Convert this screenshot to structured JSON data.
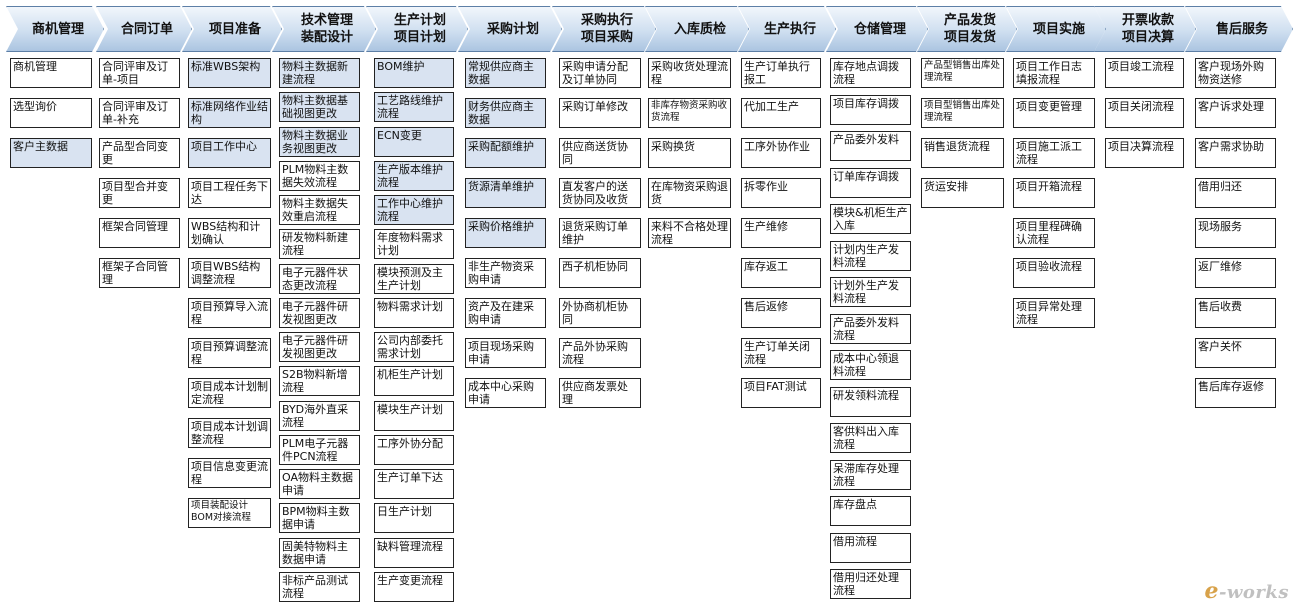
{
  "stages": [
    "商机管理",
    "合同订单",
    "项目准备",
    "技术管理\n装配设计",
    "生产计划\n项目计划",
    "采购计划",
    "采购执行\n项目采购",
    "入库质检",
    "生产执行",
    "仓储管理",
    "产品发货\n项目发货",
    "项目实施",
    "开票收款\n项目决算",
    "售后服务"
  ],
  "columns": [
    {
      "stage": "商机管理",
      "items": [
        {
          "text": "商机管理"
        },
        {
          "text": "选型询价"
        },
        {
          "text": "客户主数据",
          "shaded": true
        }
      ]
    },
    {
      "stage": "合同订单",
      "items": [
        {
          "text": "合同评审及订单-项目"
        },
        {
          "text": "合同评审及订单-补充"
        },
        {
          "text": "产品型合同变更"
        },
        {
          "text": "项目型合并变更"
        },
        {
          "text": "框架合同管理"
        },
        {
          "text": "框架子合同管理"
        }
      ]
    },
    {
      "stage": "项目准备",
      "items": [
        {
          "text": "标准WBS架构",
          "shaded": true
        },
        {
          "text": "标准网络作业结构",
          "shaded": true
        },
        {
          "text": "项目工作中心",
          "shaded": true
        },
        {
          "text": "项目工程任务下达"
        },
        {
          "text": "WBS结构和计划确认"
        },
        {
          "text": "项目WBS结构调整流程"
        },
        {
          "text": "项目预算导入流程"
        },
        {
          "text": "项目预算调整流程"
        },
        {
          "text": "项目成本计划制定流程"
        },
        {
          "text": "项目成本计划调整流程"
        },
        {
          "text": "项目信息变更流程"
        },
        {
          "text": "项目装配设计BOM对接流程",
          "small": true
        }
      ]
    },
    {
      "stage": "技术管理装配设计",
      "items": [
        {
          "text": "物料主数据新建流程",
          "shaded": true
        },
        {
          "text": "物料主数据基础视图更改",
          "shaded": true
        },
        {
          "text": "物料主数据业务视图更改",
          "shaded": true
        },
        {
          "text": "PLM物料主数据失效流程"
        },
        {
          "text": "物料主数据失效重启流程"
        },
        {
          "text": "研发物料新建流程"
        },
        {
          "text": "电子元器件状态更改流程"
        },
        {
          "text": "电子元器件研发视图更改"
        },
        {
          "text": "电子元器件研发视图更改"
        },
        {
          "text": "S2B物料新增流程"
        },
        {
          "text": "BYD海外直采流程"
        },
        {
          "text": "PLM电子元器件PCN流程"
        },
        {
          "text": "OA物料主数据申请"
        },
        {
          "text": "BPM物料主数据申请"
        },
        {
          "text": "固美特物料主数据申请"
        },
        {
          "text": "非标产品测试流程"
        }
      ]
    },
    {
      "stage": "生产计划项目计划",
      "items": [
        {
          "text": "BOM维护",
          "shaded": true
        },
        {
          "text": "工艺路线维护流程",
          "shaded": true
        },
        {
          "text": "ECN变更",
          "shaded": true
        },
        {
          "text": "生产版本维护流程",
          "shaded": true
        },
        {
          "text": "工作中心维护流程",
          "shaded": true
        },
        {
          "text": "年度物料需求计划"
        },
        {
          "text": "模块预测及主生产计划"
        },
        {
          "text": "物料需求计划"
        },
        {
          "text": "公司内部委托需求计划"
        },
        {
          "text": "机柜生产计划"
        },
        {
          "text": "模块生产计划"
        },
        {
          "text": "工序外协分配"
        },
        {
          "text": "生产订单下达"
        },
        {
          "text": "日生产计划"
        },
        {
          "text": "缺料管理流程"
        },
        {
          "text": "生产变更流程"
        }
      ]
    },
    {
      "stage": "采购计划",
      "items": [
        {
          "text": "常规供应商主数据",
          "shaded": true
        },
        {
          "text": "财务供应商主数据",
          "shaded": true
        },
        {
          "text": "采购配额维护",
          "shaded": true
        },
        {
          "text": "货源清单维护",
          "shaded": true
        },
        {
          "text": "采购价格维护",
          "shaded": true
        },
        {
          "text": "非生产物资采购申请"
        },
        {
          "text": "资产及在建采购申请"
        },
        {
          "text": "项目现场采购申请"
        },
        {
          "text": "成本中心采购申请"
        }
      ]
    },
    {
      "stage": "采购执行项目采购",
      "items": [
        {
          "text": "采购申请分配及订单协同"
        },
        {
          "text": "采购订单修改"
        },
        {
          "text": "供应商送货协同"
        },
        {
          "text": "直发客户的送货协同及收货"
        },
        {
          "text": "退货采购订单维护"
        },
        {
          "text": "西子机柜协同"
        },
        {
          "text": "外协商机柜协同"
        },
        {
          "text": "产品外协采购流程"
        },
        {
          "text": "供应商发票处理"
        }
      ]
    },
    {
      "stage": "入库质检",
      "items": [
        {
          "text": "采购收货处理流程"
        },
        {
          "text": "非库存物资采购收货流程",
          "small": true
        },
        {
          "text": "采购换货"
        },
        {
          "text": "在库物资采购退货"
        },
        {
          "text": "来料不合格处理流程"
        }
      ]
    },
    {
      "stage": "生产执行",
      "items": [
        {
          "text": "生产订单执行报工"
        },
        {
          "text": "代加工生产"
        },
        {
          "text": "工序外协作业"
        },
        {
          "text": "拆零作业"
        },
        {
          "text": "生产维修"
        },
        {
          "text": "库存返工"
        },
        {
          "text": "售后返修"
        },
        {
          "text": "生产订单关闭流程"
        },
        {
          "text": "项目FAT测试"
        }
      ]
    },
    {
      "stage": "仓储管理",
      "items": [
        {
          "text": "库存地点调拨流程"
        },
        {
          "text": "项目库存调拨"
        },
        {
          "text": "产品委外发料"
        },
        {
          "text": "订单库存调拨"
        },
        {
          "text": "模块&机柜生产入库"
        },
        {
          "text": "计划内生产发料流程"
        },
        {
          "text": "计划外生产发料流程"
        },
        {
          "text": "产品委外发料流程"
        },
        {
          "text": "成本中心领退料流程"
        },
        {
          "text": "研发领料流程"
        },
        {
          "text": "客供料出入库流程"
        },
        {
          "text": "呆滞库存处理流程"
        },
        {
          "text": "库存盘点"
        },
        {
          "text": "借用流程"
        },
        {
          "text": "借用归还处理流程"
        }
      ]
    },
    {
      "stage": "产品发货项目发货",
      "items": [
        {
          "text": "产品型销售出库处理流程",
          "small": true
        },
        {
          "text": "项目型销售出库处理流程",
          "small": true
        },
        {
          "text": "销售退货流程"
        },
        {
          "text": "货运安排"
        }
      ]
    },
    {
      "stage": "项目实施",
      "items": [
        {
          "text": "项目工作日志填报流程"
        },
        {
          "text": "项目变更管理"
        },
        {
          "text": "项目施工派工流程"
        },
        {
          "text": "项目开箱流程"
        },
        {
          "text": "项目里程碑确认流程"
        },
        {
          "text": "项目验收流程"
        },
        {
          "text": "项目异常处理流程"
        }
      ]
    },
    {
      "stage": "开票收款项目决算",
      "items": [
        {
          "text": "项目竣工流程"
        },
        {
          "text": "项目关闭流程"
        },
        {
          "text": "项目决算流程"
        }
      ]
    },
    {
      "stage": "售后服务",
      "items": [
        {
          "text": "客户现场外购物资送修"
        },
        {
          "text": "客户诉求处理"
        },
        {
          "text": "客户需求协助"
        },
        {
          "text": "借用归还"
        },
        {
          "text": "现场服务"
        },
        {
          "text": "返厂维修"
        },
        {
          "text": "售后收费"
        },
        {
          "text": "客户关怀"
        },
        {
          "text": "售后库存返修"
        }
      ]
    }
  ],
  "logo": {
    "text": "e-works"
  }
}
